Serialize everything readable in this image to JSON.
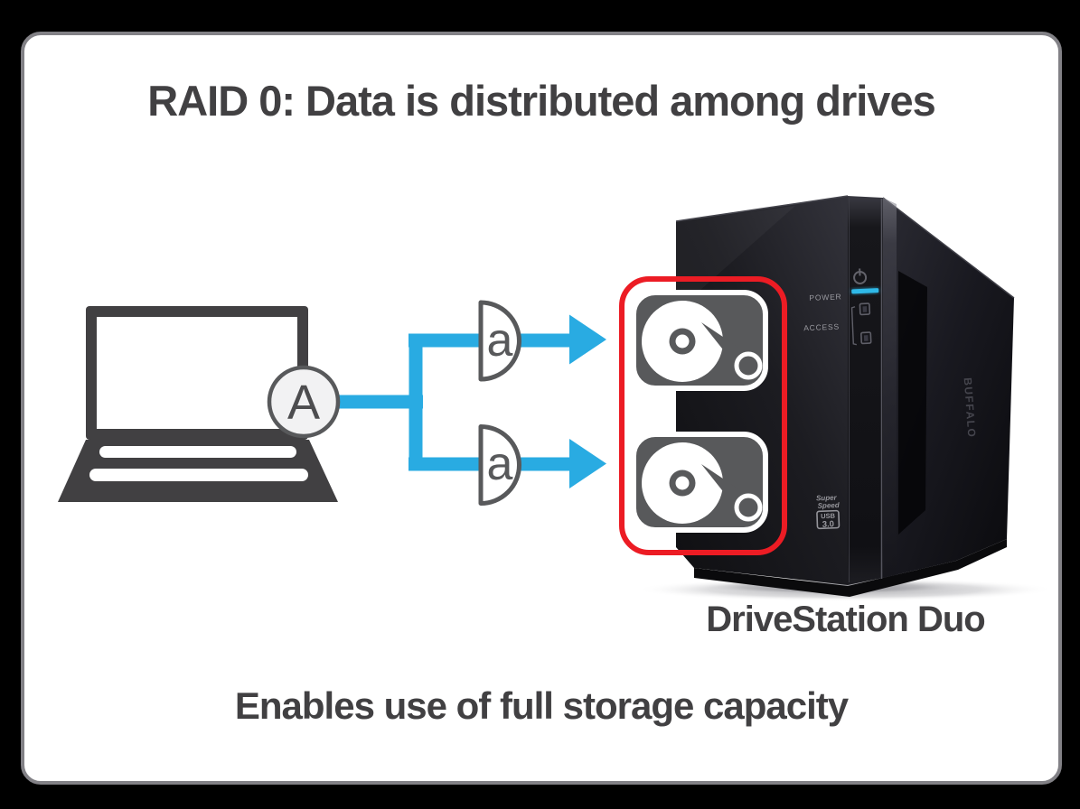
{
  "title": "RAID 0: Data is distributed among drives",
  "caption": "Enables use of full storage capacity",
  "colors": {
    "blue": "#29ABE2",
    "red": "#EC1C24",
    "dark": "#414042",
    "gray": "#58595B",
    "led": "#2FB9E8"
  },
  "diagram": {
    "source_label": "A",
    "stripe_labels": [
      "a",
      "a"
    ]
  },
  "device": {
    "name": "DriveStation Duo",
    "brand": "BUFFALO",
    "front_labels": {
      "power": "POWER",
      "access": "ACCESS"
    },
    "badge": {
      "superspeed_line1": "Super",
      "superspeed_line2": "Speed",
      "usb": "USB",
      "usb_version": "3.0"
    }
  }
}
